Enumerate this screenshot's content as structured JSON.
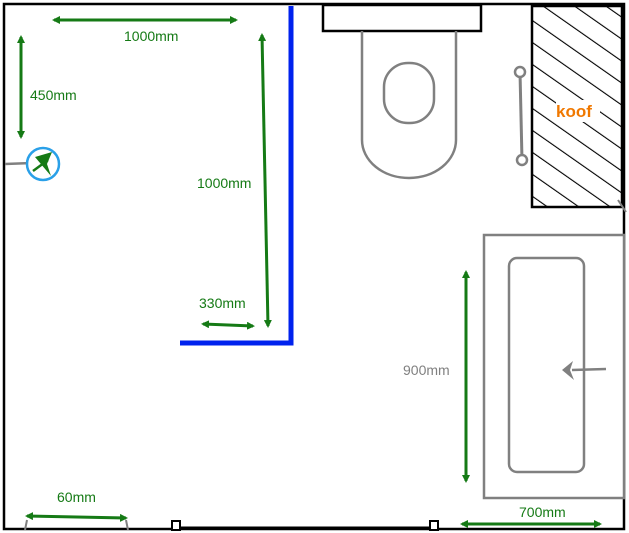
{
  "colors": {
    "dimension_arrow": "#157a15",
    "dimension_text": "#157a15",
    "muted_text": "#808080",
    "partition_wall": "#0022ee",
    "fixture": "#808080",
    "walls": "#000000",
    "koof_text": "#f07800",
    "drain_ring": "#2aa0e8"
  },
  "dimensions": {
    "top_width": "1000mm",
    "left_offset": "450mm",
    "partition_length": "1000mm",
    "partition_return": "330mm",
    "bath_length": "900mm",
    "bottom_left": "60mm",
    "bottom_right": "700mm"
  },
  "labels": {
    "koof": "koof"
  },
  "icons": {
    "drain": "floor-drain-icon",
    "tap": "tap-icon",
    "grab_bar": "grab-bar-icon"
  }
}
